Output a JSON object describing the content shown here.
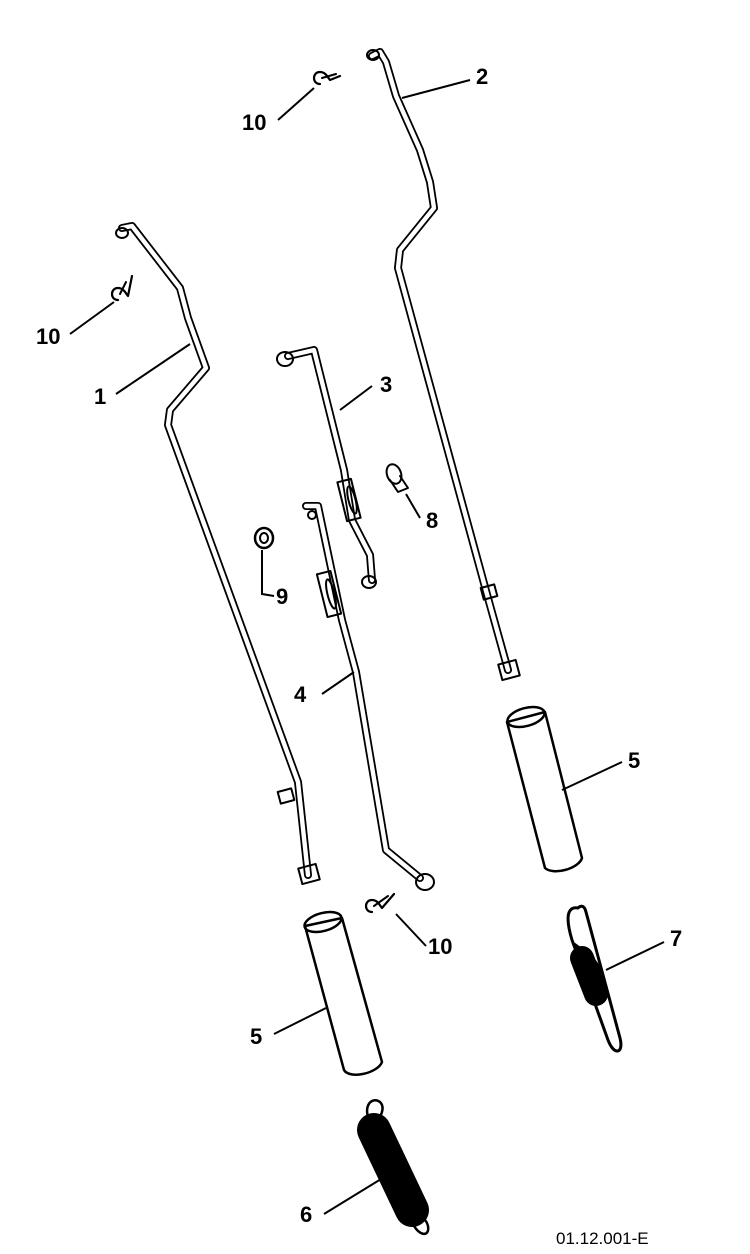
{
  "callouts": {
    "c1": "1",
    "c2": "2",
    "c3": "3",
    "c4": "4",
    "c5a": "5",
    "c5b": "5",
    "c6": "6",
    "c7": "7",
    "c8": "8",
    "c9": "9",
    "c10a": "10",
    "c10b": "10",
    "c10c": "10"
  },
  "drawing_code": "01.12.001-E"
}
